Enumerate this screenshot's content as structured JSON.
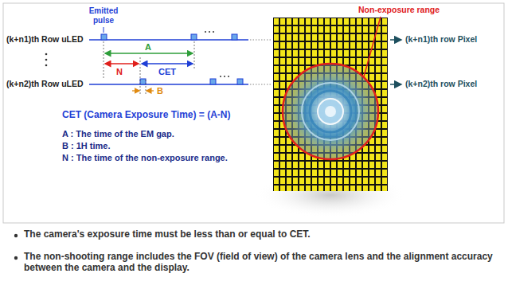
{
  "diagram": {
    "labels": [
      "Emitted pulse",
      "(k+n1)th Row uLED",
      "A",
      "N",
      "CET",
      "(k+n2)th Row uLED",
      "B",
      "CET (Camera Exposure Time) = (A-N)",
      "A : The time of the EM gap.",
      "B : 1H time.",
      "N : The time of the non-exposure range.",
      "Non-exposure range",
      "(k+n1)th row Pixel",
      "(k+n2)th row Pixel",
      "The camera's exposure time must be less than or equal to CET.",
      "The non-shooting range includes the FOV (field of view) of the camera lens and the alignment accuracy between the camera and the display."
    ]
  }
}
